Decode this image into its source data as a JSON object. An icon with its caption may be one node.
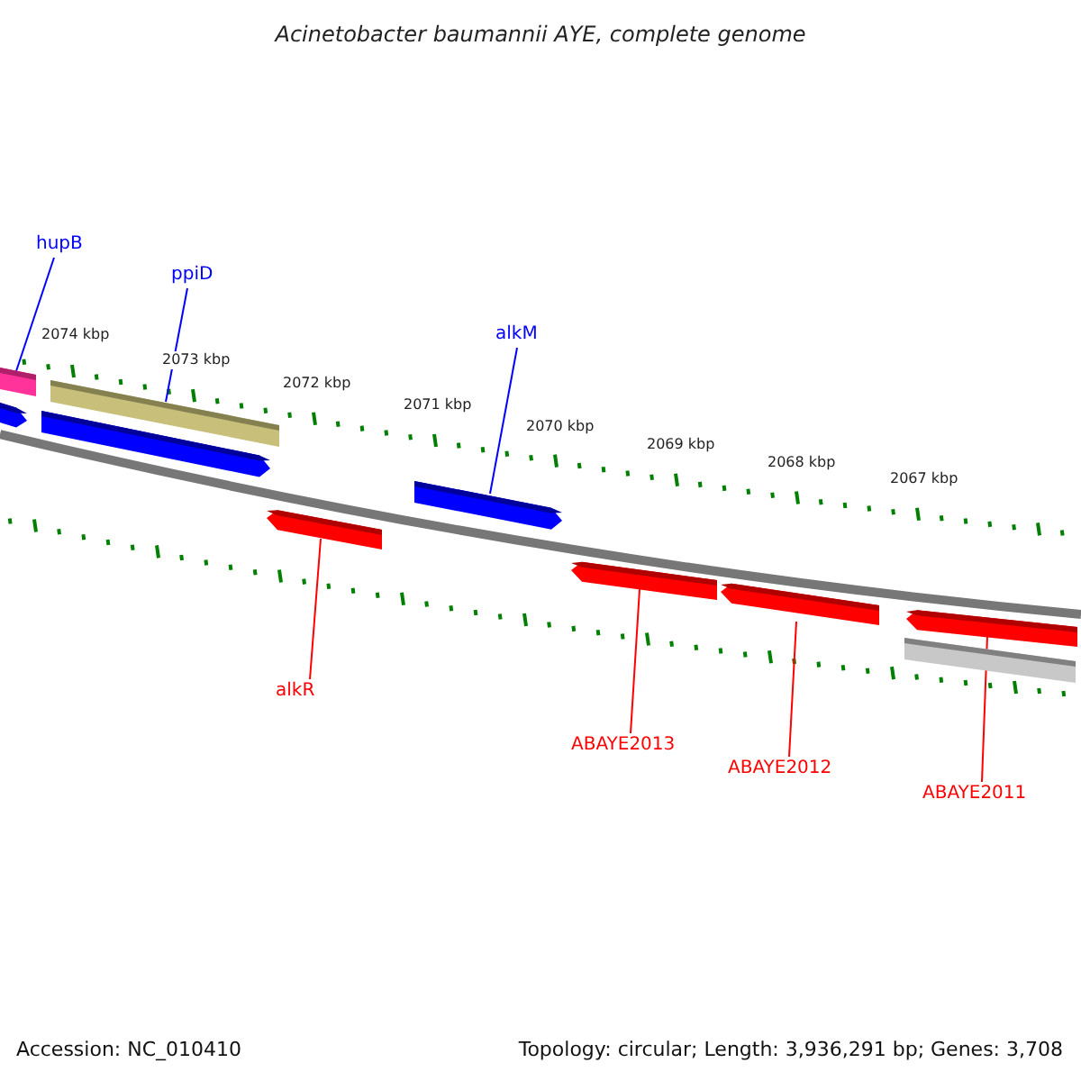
{
  "diagram": {
    "title": "Acinetobacter baumannii AYE, complete genome",
    "nodes": [
      {
        "text": [
          "hupB"
        ]
      },
      {
        "text": [
          "ppiD"
        ]
      },
      {
        "text": [
          "alkM"
        ]
      },
      {
        "text": [
          "alkR"
        ]
      },
      {
        "text": [
          "ABAYE2013"
        ]
      },
      {
        "text": [
          "ABAYE2012"
        ]
      },
      {
        "text": [
          "ABAYE2011"
        ]
      },
      {
        "text": [],
        "shape": "bar"
      },
      {
        "text": [],
        "shape": "bar"
      },
      {
        "text": [],
        "shape": "bar"
      },
      {
        "text": [],
        "shape": "bar"
      },
      {
        "text": [],
        "shape": "bar"
      },
      {
        "text": [],
        "shape": "bar"
      },
      {
        "text": [],
        "shape": "bar"
      },
      {
        "text": [],
        "shape": "bar"
      },
      {
        "text": [],
        "shape": "bar"
      },
      {
        "text": [],
        "shape": "bar"
      }
    ],
    "edges": [
      {
        "from": 0,
        "to": 7,
        "arrow": "none",
        "color": "#0000ff"
      },
      {
        "from": 1,
        "to": 8,
        "arrow": "none",
        "color": "#0000ff"
      },
      {
        "from": 2,
        "to": 11,
        "arrow": "none",
        "color": "#0000ff"
      },
      {
        "from": 3,
        "to": 12,
        "arrow": "none"
      },
      {
        "from": 4,
        "to": 13,
        "arrow": "none"
      },
      {
        "from": 5,
        "to": 14,
        "arrow": "none"
      },
      {
        "from": 6,
        "to": 15,
        "arrow": "none"
      }
    ],
    "labels": [
      "2074 kbp",
      "2073 kbp",
      "2072 kbp",
      "2071 kbp",
      "2070 kbp",
      "2069 kbp",
      "2068 kbp",
      "2067 kbp",
      "Accession: NC_010410",
      "Topology: circular; Length: 3,936,291 bp; Genes: 3,708"
    ]
  }
}
